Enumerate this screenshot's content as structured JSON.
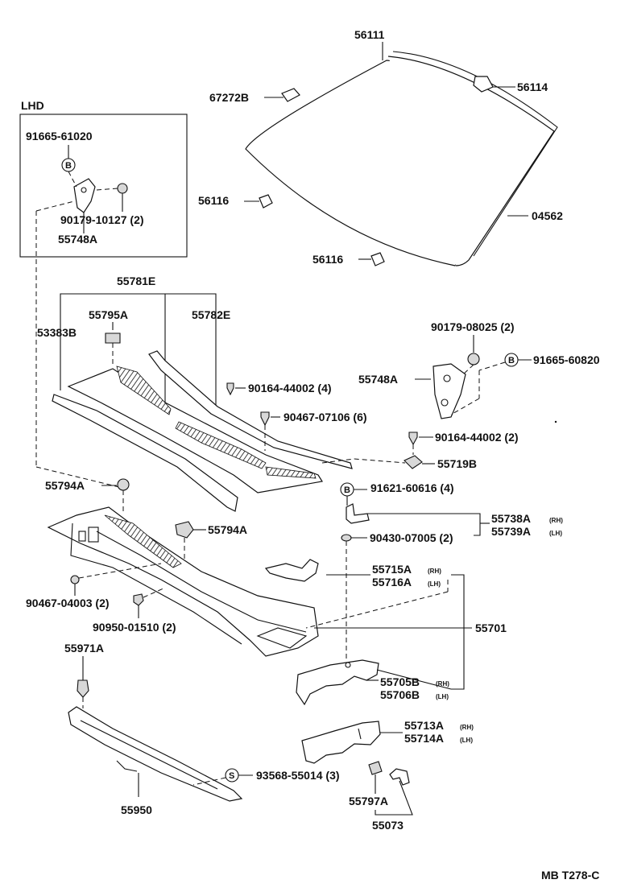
{
  "diagram": {
    "code": "MB T278-C",
    "lhd_box_label": "LHD",
    "parts": {
      "p56111": "56111",
      "p56114": "56114",
      "p67272B": "67272B",
      "p56116_top": "56116",
      "p04562": "04562",
      "p56116_bottom": "56116",
      "p91665_61020": "91665-61020",
      "p90179_10127": "90179-10127 (2)",
      "p55748A_lhd": "55748A",
      "p55781E": "55781E",
      "p55795A": "55795A",
      "p53383B": "53383B",
      "p55782E": "55782E",
      "p90179_08025": "90179-08025 (2)",
      "p91665_60820": "91665-60820",
      "p55748A": "55748A",
      "p90164_44002_a": "90164-44002 (4)",
      "p90467_07106": "90467-07106 (6)",
      "p90164_44002_b": "90164-44002 (2)",
      "p55719B": "55719B",
      "p55794A_left": "55794A",
      "p91621_60616": "91621-60616 (4)",
      "p55738A": "55738A",
      "p55739A": "55739A",
      "p55794A_mid": "55794A",
      "p90430_07005": "90430-07005 (2)",
      "p55715A": "55715A",
      "p55716A": "55716A",
      "p90467_04003": "90467-04003 (2)",
      "p90950_01510": "90950-01510 (2)",
      "p55701": "55701",
      "p55971A": "55971A",
      "p55705B": "55705B",
      "p55706B": "55706B",
      "p55713A": "55713A",
      "p55714A": "55714A",
      "p93568_55014": "93568-55014 (3)",
      "p55797A": "55797A",
      "p55950": "55950",
      "p55073": "55073"
    },
    "sides": {
      "rh": "(RH)",
      "lh": "(LH)"
    },
    "circle_markers": {
      "b": "B",
      "s": "S"
    }
  }
}
